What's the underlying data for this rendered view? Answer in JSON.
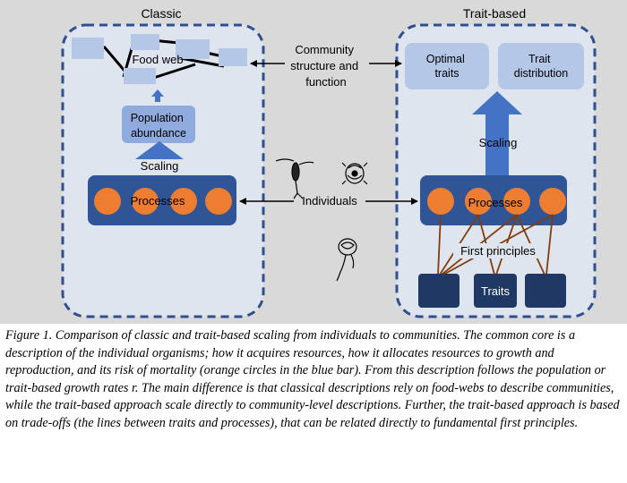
{
  "panels": {
    "classic_title": "Classic",
    "trait_title": "Trait-based"
  },
  "labels": {
    "food_web": "Food web",
    "population_abundance": [
      "Population",
      "abundance"
    ],
    "scaling": "Scaling",
    "processes": "Processes",
    "community": [
      "Community",
      "structure and",
      "function"
    ],
    "individuals": "Individuals",
    "optimal_traits": [
      "Optimal",
      "traits"
    ],
    "trait_distribution": [
      "Trait",
      "distribution"
    ],
    "first_principles": "First principles",
    "traits": "Traits"
  },
  "caption": "Figure 1. Comparison of classic and trait-based scaling from individuals to communities. The common core is a description of the individual organisms; how it acquires resources, how it allocates resources to growth and reproduction, and its risk of mortality (orange circles in the blue bar). From this description follows the population or trait-based growth rates r. The main difference is that classical descriptions rely on food-webs to describe communities, while the trait-based approach scale directly to community-level descriptions. Further, the trait-based approach is based on trade-offs (the lines between traits and processes), that can be related directly to fundamental first principles.",
  "colors": {
    "panel_border": "#2f4f8f",
    "panel_fill": "#dfe5ef",
    "light_box": "#b4c7e7",
    "mid_box": "#8faadc",
    "dark_bar": "#2f5597",
    "dark_box": "#1f3864",
    "orange": "#ed7d31",
    "arrow_blue": "#4472c4",
    "trait_line": "#843c0c"
  }
}
